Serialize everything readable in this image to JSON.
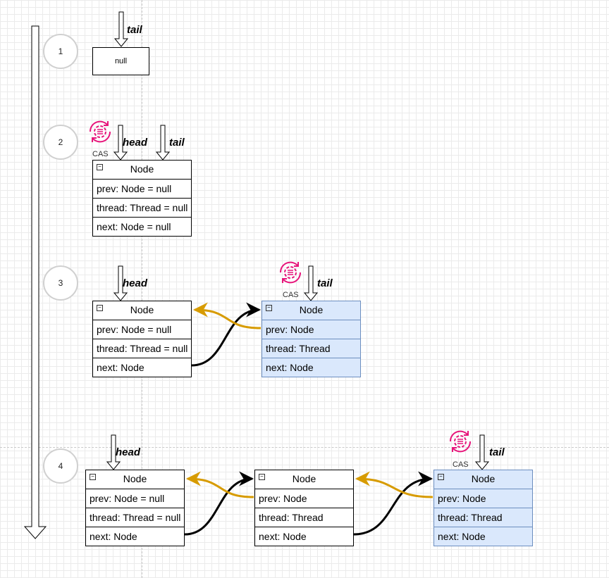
{
  "steps": [
    "1",
    "2",
    "3",
    "4"
  ],
  "null_box": "null",
  "pointer_labels": {
    "head": "head",
    "tail": "tail"
  },
  "cas_label": "CAS",
  "icon": "cas-gear-refresh-icon",
  "colors": {
    "prev_arrow": "#d79b00",
    "next_arrow": "#000000",
    "tail_node_fill": "#dae8fc",
    "tail_node_stroke": "#6c8ebf",
    "cas_icon": "#e7157b"
  },
  "step2": {
    "node": {
      "title": "Node",
      "prev": "prev: Node = null",
      "thread": "thread: Thread = null",
      "next": "next: Node = null"
    }
  },
  "step3": {
    "head": {
      "title": "Node",
      "prev": "prev: Node = null",
      "thread": "thread: Thread = null",
      "next": "next: Node"
    },
    "tail": {
      "title": "Node",
      "prev": "prev: Node",
      "thread": "thread: Thread",
      "next": "next: Node"
    }
  },
  "step4": {
    "head": {
      "title": "Node",
      "prev": "prev: Node = null",
      "thread": "thread: Thread = null",
      "next": "next: Node"
    },
    "middle": {
      "title": "Node",
      "prev": "prev: Node",
      "thread": "thread: Thread",
      "next": "next: Node"
    },
    "tail": {
      "title": "Node",
      "prev": "prev: Node",
      "thread": "thread: Thread",
      "next": "next: Node"
    }
  }
}
